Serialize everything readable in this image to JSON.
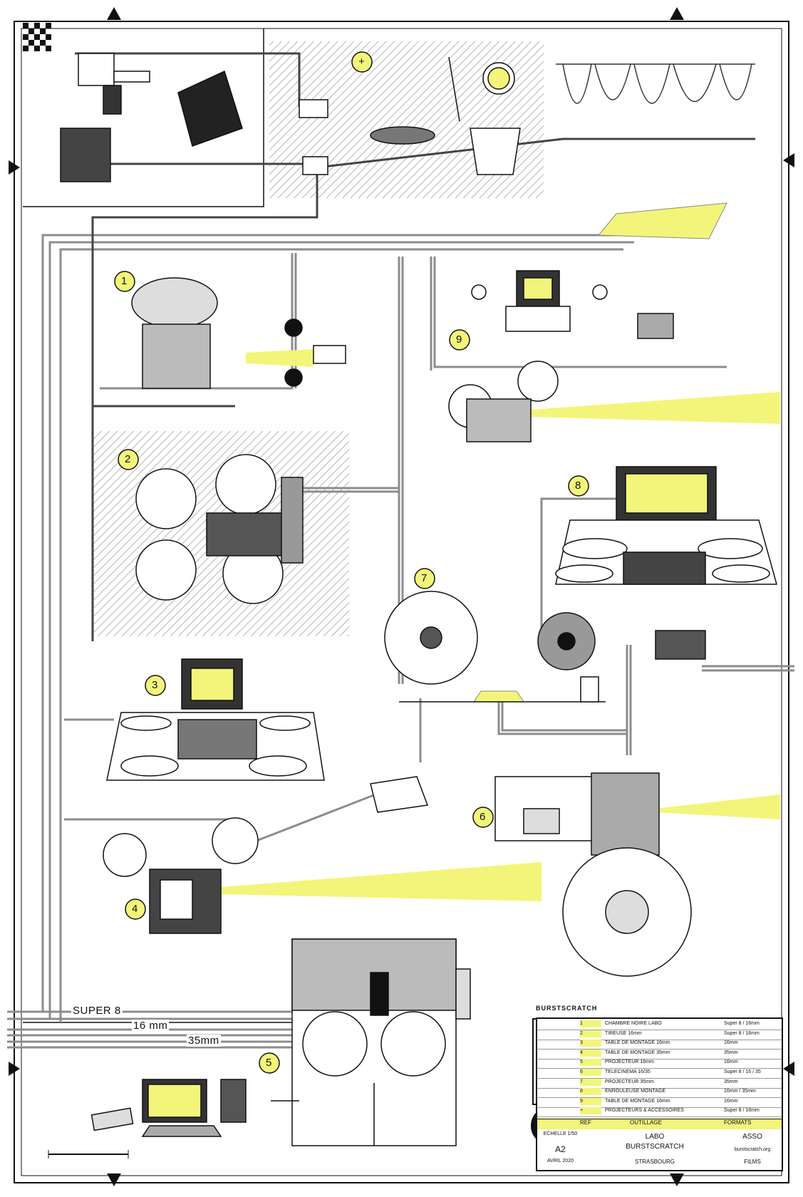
{
  "poster": {
    "tracks": [
      {
        "label": "SUPER 8"
      },
      {
        "label": "16 mm"
      },
      {
        "label": "35mm"
      }
    ],
    "station_numbers": [
      "1",
      "2",
      "3",
      "4",
      "5",
      "6",
      "7",
      "8",
      "9",
      "+"
    ],
    "logo": {
      "text": "BURSTSCRATCH"
    },
    "legend": {
      "rows": [
        {
          "ref": "1",
          "tool": "CHAMBRE NOIRE LABO",
          "format": "Super 8 / 16mm"
        },
        {
          "ref": "2",
          "tool": "TIREUSE 16mm",
          "format": "Super 8 / 16mm"
        },
        {
          "ref": "3",
          "tool": "TABLE DE MONTAGE 16mm",
          "format": "16mm"
        },
        {
          "ref": "4",
          "tool": "TABLE DE MONTAGE 35mm",
          "format": "35mm"
        },
        {
          "ref": "5",
          "tool": "PROJECTEUR 16mm",
          "format": "16mm"
        },
        {
          "ref": "6",
          "tool": "TELECINEMA 16/35",
          "format": "Super 8 / 16 / 35"
        },
        {
          "ref": "7",
          "tool": "PROJECTEUR 35mm",
          "format": "35mm"
        },
        {
          "ref": "8",
          "tool": "ENROULEUSE MONTAGE",
          "format": "16mm / 35mm"
        },
        {
          "ref": "9",
          "tool": "TABLE DE MONTAGE 16mm",
          "format": "16mm"
        },
        {
          "ref": "+",
          "tool": "PROJECTEURS & ACCESSOIRES",
          "format": "Super 8 / 16mm"
        }
      ],
      "header": {
        "ref": "REF",
        "tool": "OUTILLAGE",
        "format": "FORMATS"
      }
    },
    "title_block": {
      "scale_label": "ECHELLE 1/50",
      "sheet": "A2",
      "date": "AVRIL 2020",
      "title_line1": "LABO",
      "title_line2": "BURSTSCRATCH",
      "city": "STRASBOURG",
      "org": "ASSO",
      "site": "burstscratch.org",
      "category": "FILMS"
    },
    "colors": {
      "accent": "#f2f57a",
      "ink": "#111111",
      "hatch": "#9a9a9a",
      "track": "#8c8c8c"
    }
  }
}
